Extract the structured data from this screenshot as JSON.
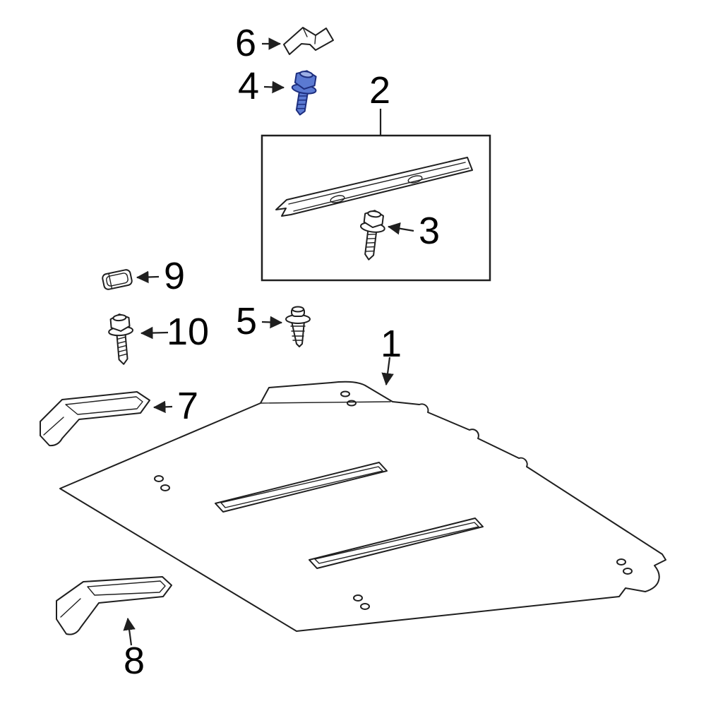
{
  "colors": {
    "background": "#ffffff",
    "line": "#1f1f1f",
    "highlight": "#5b7ad2",
    "highlight_light": "#9db0e6",
    "highlight_dark": "#1d2e7e"
  },
  "highlighted_part": "4",
  "callouts": [
    {
      "label": "1"
    },
    {
      "label": "2"
    },
    {
      "label": "3"
    },
    {
      "label": "4"
    },
    {
      "label": "5"
    },
    {
      "label": "6"
    },
    {
      "label": "7"
    },
    {
      "label": "8"
    },
    {
      "label": "9"
    },
    {
      "label": "10"
    }
  ]
}
